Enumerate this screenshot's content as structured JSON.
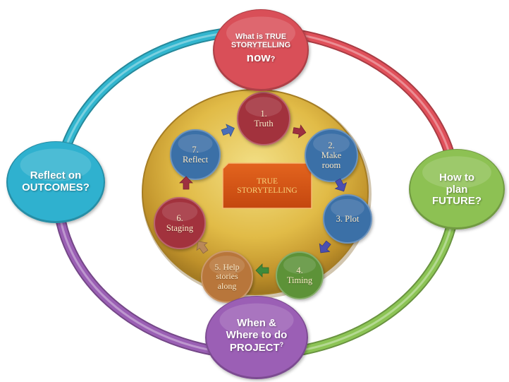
{
  "diagram": {
    "outer_nodes": [
      {
        "id": "top",
        "lines": [
          "What is TRUE",
          "STORYTELLING"
        ],
        "big": "now",
        "suffix": "?",
        "color": "#d94f58"
      },
      {
        "id": "right",
        "lines": [
          "How to",
          "plan",
          "FUTURE?"
        ],
        "color": "#8dc153"
      },
      {
        "id": "bottom",
        "lines": [
          "When &",
          "Where to do"
        ],
        "big_line": "PROJECT",
        "sup": "?",
        "color": "#9b5fb5"
      },
      {
        "id": "left",
        "lines": [
          "Reflect on",
          "OUTCOMES?"
        ],
        "color": "#2fb1cf"
      }
    ],
    "ring_colors": {
      "top_right": "#e0505a",
      "bottom_right": "#8cc455",
      "bottom_left": "#9a5fb4",
      "top_left": "#32b6cf"
    },
    "center_label": [
      "TRUE",
      "STORYTELLING"
    ],
    "inner_steps": [
      {
        "lines": [
          "1.",
          "Truth"
        ],
        "color": "#a2303c"
      },
      {
        "lines": [
          "2.",
          "Make",
          "room"
        ],
        "color": "#3b6fa7"
      },
      {
        "lines": [
          "3. Plot"
        ],
        "color": "#3b6fa7"
      },
      {
        "lines": [
          "4.",
          "Timing"
        ],
        "color": "#5d9239"
      },
      {
        "lines": [
          "5. Help",
          "stories",
          "along"
        ],
        "color": "#b8763a"
      },
      {
        "lines": [
          "6.",
          "Staging"
        ],
        "color": "#a2303c"
      },
      {
        "lines": [
          "7.",
          "Reflect"
        ],
        "color": "#3b6fa7"
      }
    ],
    "arrow_colors": [
      "#9e3040",
      "#4a4fb0",
      "#4a4fb0",
      "#3f8a3a",
      "#b98859",
      "#9e3040",
      "#4a6fb8"
    ]
  }
}
